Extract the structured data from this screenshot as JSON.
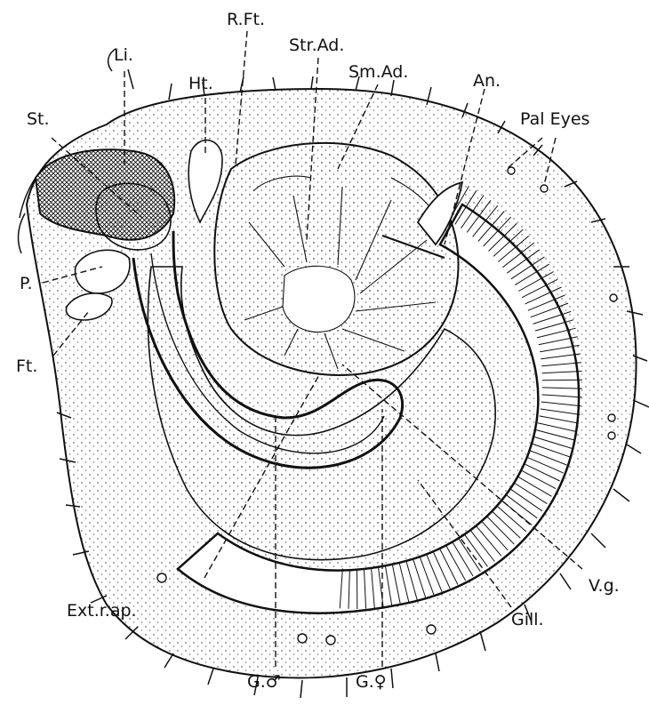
{
  "labels": {
    "li": "Li.",
    "ht": "Ht.",
    "rft": "R.Ft.",
    "strad": "Str.Ad.",
    "smad": "Sm.Ad.",
    "an": "An.",
    "paleyes": "Pal Eyes",
    "st": "St.",
    "p": "P.",
    "ft": "Ft.",
    "vg": "V.g.",
    "gill": "Gill.",
    "extrap": "Ext.r.ap.",
    "gmale": "G.♂",
    "gfemale": "G.♀"
  }
}
